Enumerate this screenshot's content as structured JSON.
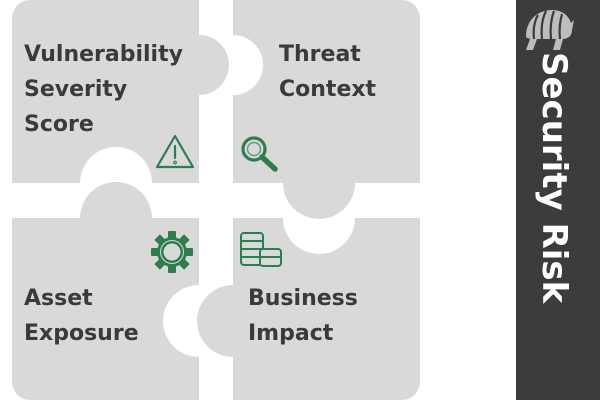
{
  "pieces": [
    {
      "id": "vulnerability",
      "lines": [
        "Vulnerability",
        "Severity",
        "Score"
      ],
      "icon": "warning-triangle-icon"
    },
    {
      "id": "threat",
      "lines": [
        "Threat",
        "Context"
      ],
      "icon": "magnifier-icon"
    },
    {
      "id": "asset",
      "lines": [
        "Asset",
        "Exposure"
      ],
      "icon": "gear-icon"
    },
    {
      "id": "business",
      "lines": [
        "Business",
        "Impact"
      ],
      "icon": "coin-stack-icon"
    }
  ],
  "sidebar": {
    "title": "Security Risk",
    "logo": "armadillo-logo"
  },
  "colors": {
    "piece_fill": "#d9d9d9",
    "text": "#3a3a3a",
    "icon_green": "#2e7d4f",
    "sidebar_bg": "#3b3d3d",
    "sidebar_text": "#ffffff",
    "logo": "#bdbdbd"
  }
}
